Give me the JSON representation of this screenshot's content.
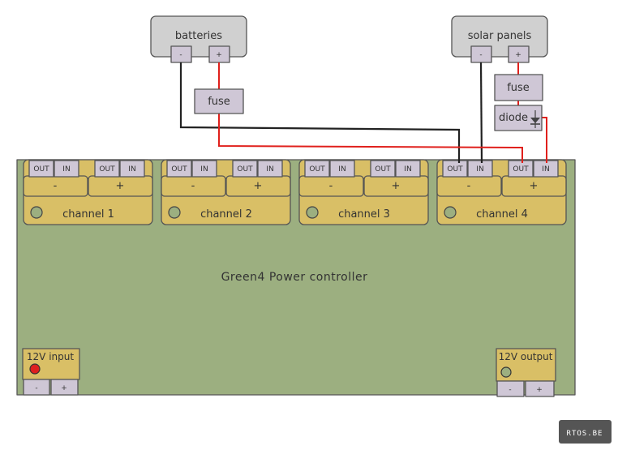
{
  "batteries": {
    "label": "batteries",
    "minus": "-",
    "plus": "+"
  },
  "solar": {
    "label": "solar panels",
    "minus": "-",
    "plus": "+"
  },
  "fuse_batteries": {
    "label": "fuse"
  },
  "fuse_solar": {
    "label": "fuse"
  },
  "diode": {
    "label": "diode"
  },
  "controller": {
    "title": "Green4 Power controller"
  },
  "channels": [
    {
      "label": "channel 1",
      "out": "OUT",
      "in": "IN",
      "minus": "-",
      "plus": "+"
    },
    {
      "label": "channel 2",
      "out": "OUT",
      "in": "IN",
      "minus": "-",
      "plus": "+"
    },
    {
      "label": "channel 3",
      "out": "OUT",
      "in": "IN",
      "minus": "-",
      "plus": "+"
    },
    {
      "label": "channel 4",
      "out": "OUT",
      "in": "IN",
      "minus": "-",
      "plus": "+"
    }
  ],
  "input_12v": {
    "label": "12V input",
    "minus": "-",
    "plus": "+"
  },
  "output_12v": {
    "label": "12V output",
    "minus": "-",
    "plus": "+"
  },
  "badge": {
    "label": "RTOS.BE"
  },
  "colors": {
    "board": "#9caf80",
    "channel": "#d9bf66",
    "terminal": "#cfc7d6",
    "component": "#d0d0d0",
    "wire_positive": "#e0201c",
    "wire_negative": "#222222",
    "badge": "#555555"
  }
}
